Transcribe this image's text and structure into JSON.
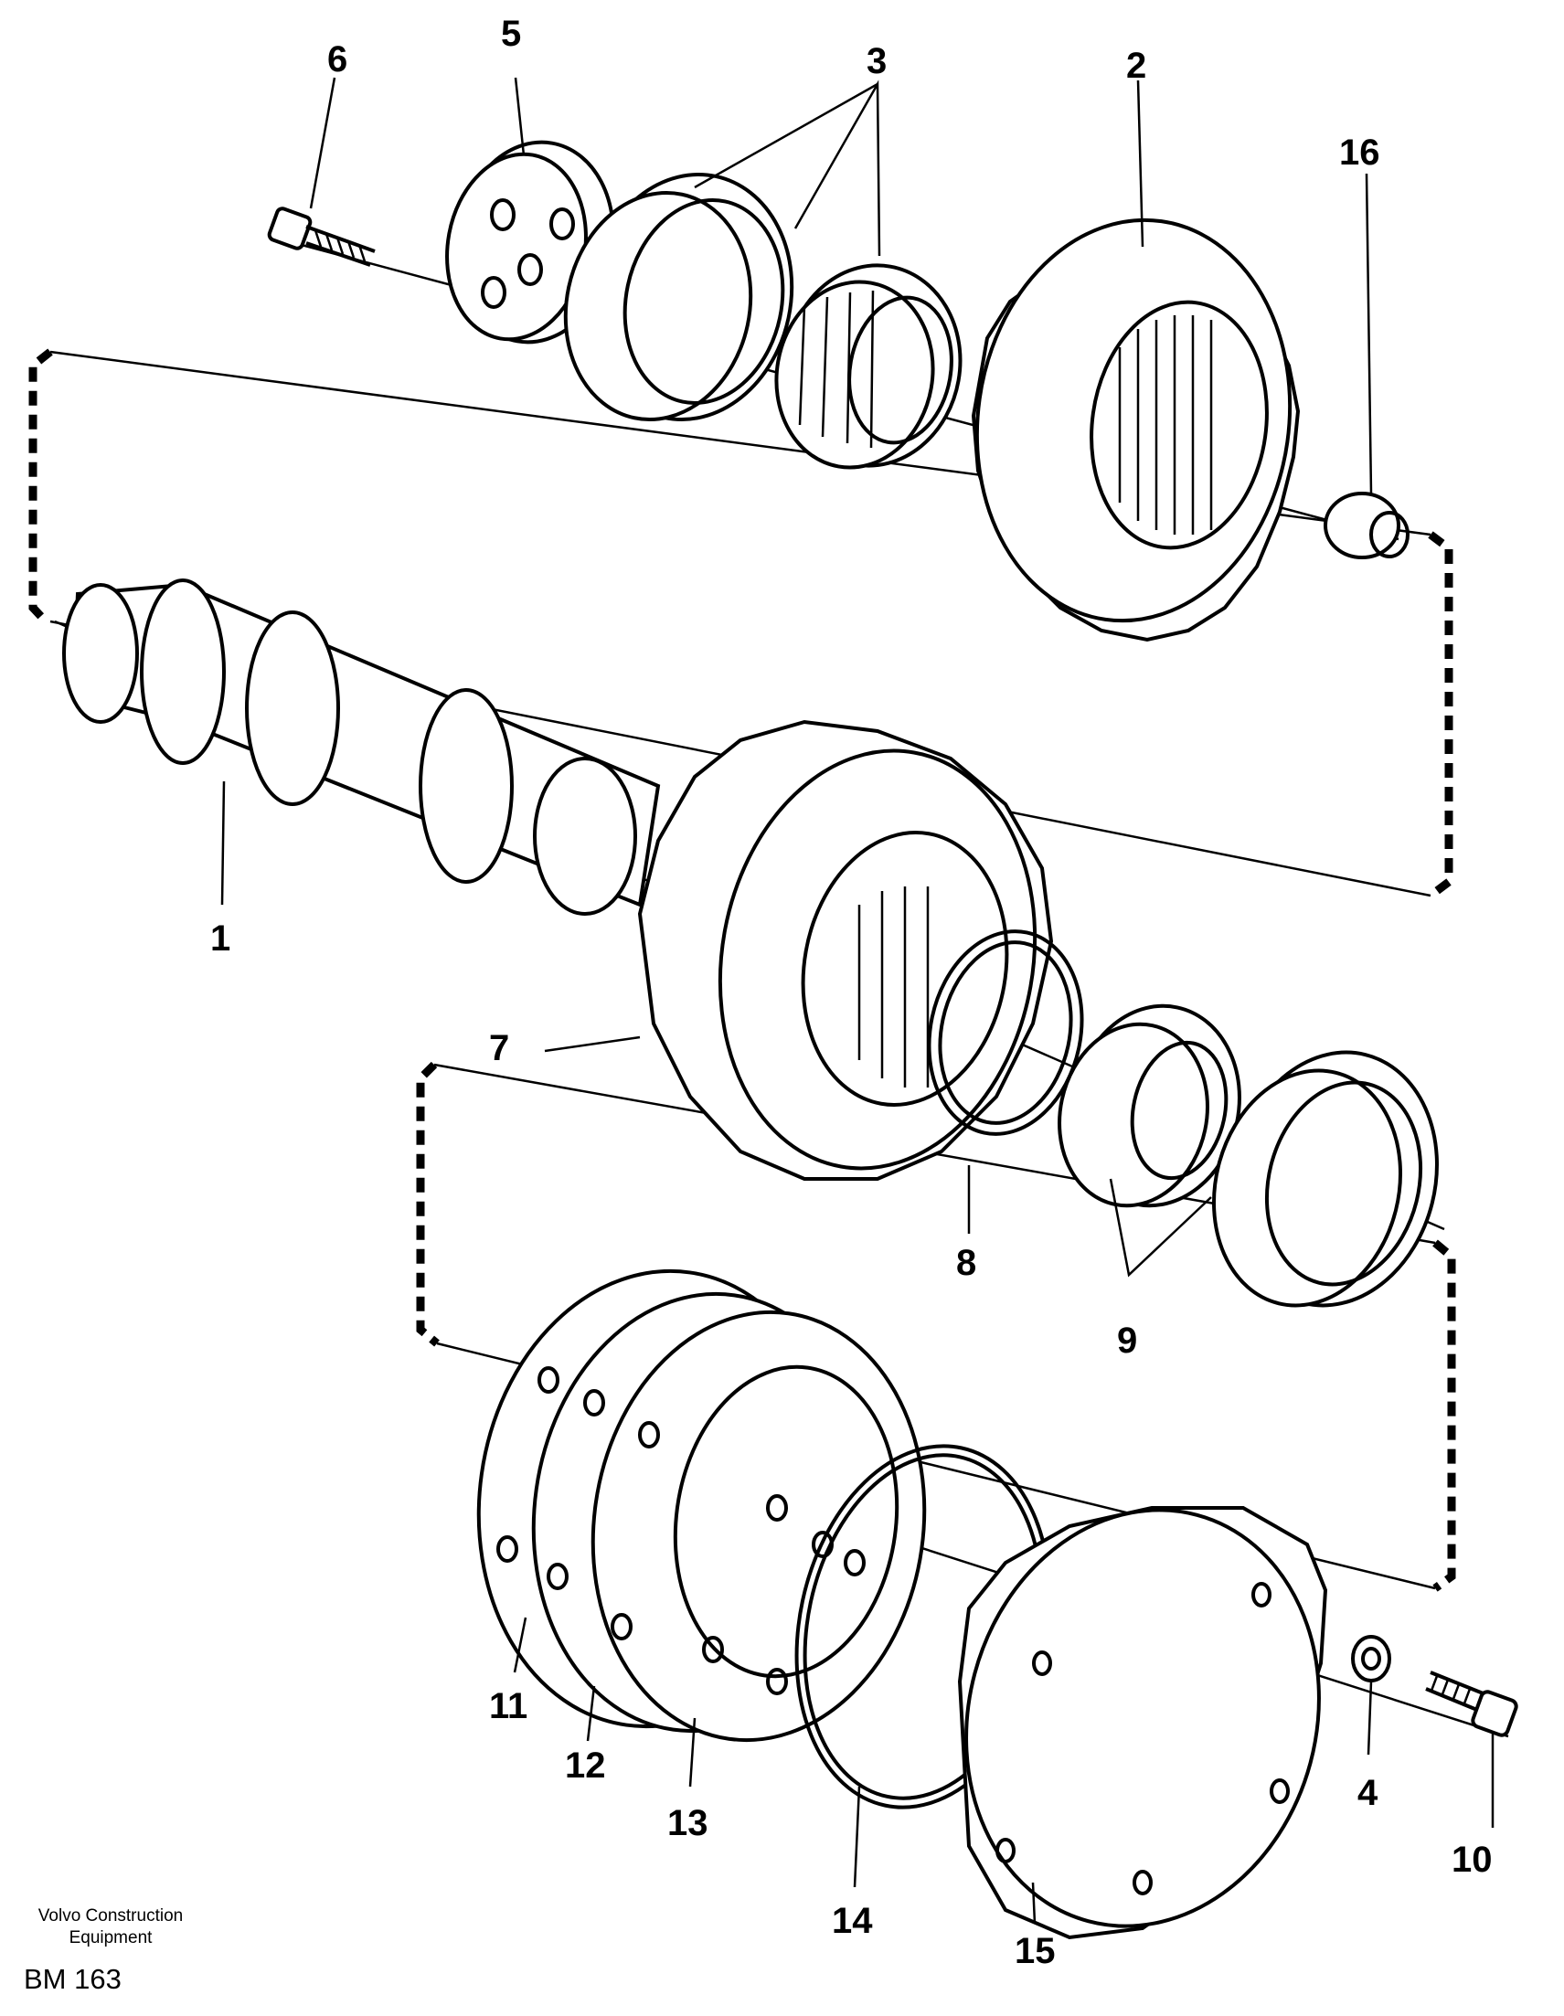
{
  "callouts": [
    {
      "id": "1",
      "label": "1"
    },
    {
      "id": "2",
      "label": "2"
    },
    {
      "id": "3",
      "label": "3"
    },
    {
      "id": "4",
      "label": "4"
    },
    {
      "id": "5",
      "label": "5"
    },
    {
      "id": "6",
      "label": "6"
    },
    {
      "id": "7",
      "label": "7"
    },
    {
      "id": "8",
      "label": "8"
    },
    {
      "id": "9",
      "label": "9"
    },
    {
      "id": "10",
      "label": "10"
    },
    {
      "id": "11",
      "label": "11"
    },
    {
      "id": "12",
      "label": "12"
    },
    {
      "id": "13",
      "label": "13"
    },
    {
      "id": "14",
      "label": "14"
    },
    {
      "id": "15",
      "label": "15"
    },
    {
      "id": "16",
      "label": "16"
    }
  ],
  "footer": {
    "brand_line1": "Volvo Construction",
    "brand_line2": "Equipment",
    "drawing_code": "BM 163"
  }
}
